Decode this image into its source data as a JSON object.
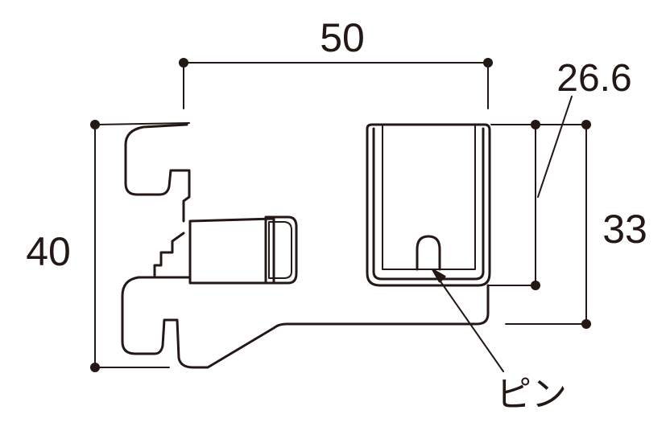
{
  "dimensions": {
    "width_top": "50",
    "height_left": "40",
    "height_inner_right": "26.6",
    "height_outer_right": "33"
  },
  "callouts": {
    "pin": "ピン"
  },
  "colors": {
    "line": "#231815",
    "background": "#ffffff"
  }
}
